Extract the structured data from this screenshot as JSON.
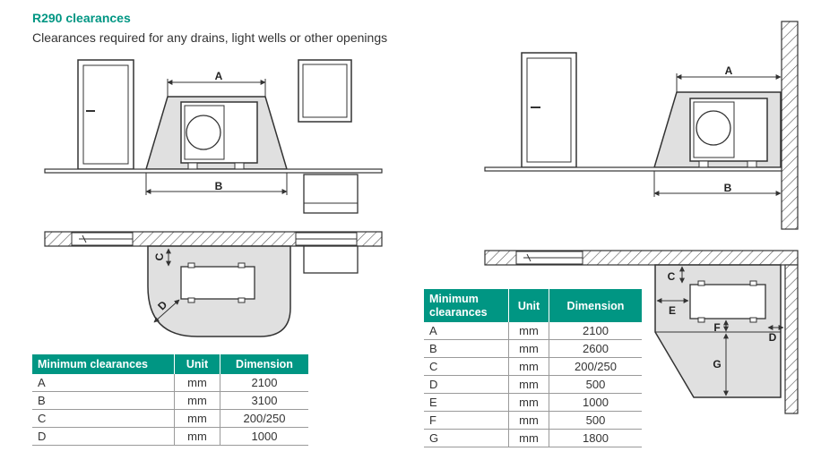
{
  "heading": {
    "title": "R290 clearances",
    "subtitle": "Clearances required for any drains, light wells or other openings"
  },
  "left_diagram": {
    "labels": {
      "a": "A",
      "b": "B",
      "c": "C",
      "d": "D"
    }
  },
  "right_diagram": {
    "labels": {
      "a": "A",
      "b": "B",
      "c": "C",
      "d": "D",
      "e": "E",
      "f": "F",
      "g": "G"
    }
  },
  "table_left": {
    "headers": {
      "label": "Minimum clearances",
      "unit": "Unit",
      "dimension": "Dimension"
    },
    "rows": [
      {
        "label": "A",
        "unit": "mm",
        "value": "2100"
      },
      {
        "label": "B",
        "unit": "mm",
        "value": "3100"
      },
      {
        "label": "C",
        "unit": "mm",
        "value": "200/250"
      },
      {
        "label": "D",
        "unit": "mm",
        "value": "1000"
      }
    ]
  },
  "table_right": {
    "headers": {
      "label_line1": "Minimum",
      "label_line2": "clearances",
      "unit": "Unit",
      "dimension": "Dimension"
    },
    "rows": [
      {
        "label": "A",
        "unit": "mm",
        "value": "2100"
      },
      {
        "label": "B",
        "unit": "mm",
        "value": "2600"
      },
      {
        "label": "C",
        "unit": "mm",
        "value": "200/250"
      },
      {
        "label": "D",
        "unit": "mm",
        "value": "500"
      },
      {
        "label": "E",
        "unit": "mm",
        "value": "1000"
      },
      {
        "label": "F",
        "unit": "mm",
        "value": "500"
      },
      {
        "label": "G",
        "unit": "mm",
        "value": "1800"
      }
    ]
  },
  "colors": {
    "accent": "#009683",
    "zone_fill": "#e0e0e0",
    "line": "#333333"
  }
}
